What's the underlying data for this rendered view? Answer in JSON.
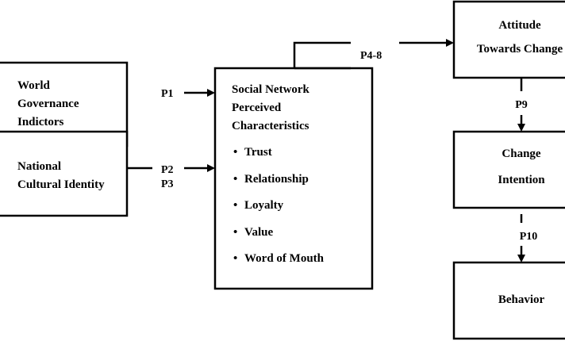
{
  "boxes": {
    "world_governance": {
      "lines": [
        "World",
        "Governance",
        "Indictors"
      ]
    },
    "national_cultural": {
      "lines": [
        "National",
        "Cultural Identity"
      ]
    },
    "social_network": {
      "heading": [
        "Social Network",
        "Perceived",
        "Characteristics"
      ],
      "bullets": [
        "Trust",
        "Relationship",
        "Loyalty",
        "Value",
        "Word of Mouth"
      ],
      "bullet_char": "•"
    },
    "attitude": {
      "lines": [
        "Attitude",
        "Towards Change"
      ]
    },
    "change_intention": {
      "lines": [
        "Change",
        "Intention"
      ]
    },
    "behavior": {
      "lines": [
        "Behavior"
      ]
    }
  },
  "paths": {
    "p1": "P1",
    "p2": "P2",
    "p3": "P3",
    "p4_8": "P4-8",
    "p9": "P9",
    "p10": "P10"
  }
}
